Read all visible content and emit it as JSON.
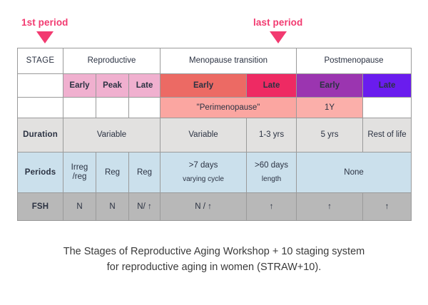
{
  "annotations": [
    {
      "id": "first-period",
      "label": "1st period"
    },
    {
      "id": "last-period",
      "label": "last period"
    }
  ],
  "colors": {
    "annotation": "#F23A70",
    "repro_sub": "#F0B0CF",
    "mt_early": "#EC6A64",
    "mt_late": "#EE2A63",
    "post_early": "#9B35B0",
    "post_late": "#6A1CEE",
    "perimenopause": "#FBA6A1",
    "duration_row": "#E2E1E0",
    "periods_row": "#CBE0EC",
    "fsh_row": "#B8B8B8",
    "border": "#9A9A9A",
    "text": "#2B3242",
    "caption": "#3A3A3A"
  },
  "table": {
    "stage_row": {
      "row_label": "STAGE",
      "stages": [
        {
          "label": "Reproductive",
          "span": 3
        },
        {
          "label": "Menopause transition",
          "span": 2
        },
        {
          "label": "Postmenopause",
          "span": 2
        }
      ]
    },
    "substage_row": {
      "row_label": "",
      "cells": [
        {
          "label": "Early",
          "color_key": "repro_sub"
        },
        {
          "label": "Peak",
          "color_key": "repro_sub"
        },
        {
          "label": "Late",
          "color_key": "repro_sub"
        },
        {
          "label": "Early",
          "color_key": "mt_early"
        },
        {
          "label": "Late",
          "color_key": "mt_late"
        },
        {
          "label": "Early",
          "color_key": "post_early"
        },
        {
          "label": "Late",
          "color_key": "post_late"
        }
      ]
    },
    "perimenopause_row": {
      "row_label": "",
      "band_label": "\"Perimenopause\"",
      "marker_label": "1Y"
    },
    "duration_row": {
      "row_label": "Duration",
      "cells": [
        "Variable",
        "Variable",
        "1-3 yrs",
        "5 yrs",
        "Rest of life"
      ]
    },
    "periods_row": {
      "row_label": "Periods",
      "cells": [
        "Irreg /reg",
        "Reg",
        "Reg",
        ">7 days",
        ">60 days",
        "None"
      ],
      "note_left": "varying cycle",
      "note_right": "length"
    },
    "fsh_row": {
      "row_label": "FSH",
      "cells": [
        "N",
        "N",
        "N/ ↑",
        "N / ↑",
        "↑",
        "↑",
        "↑"
      ]
    }
  },
  "caption": {
    "line1": "The Stages of Reproductive Aging Workshop + 10 staging system",
    "line2": "for reproductive aging in women (STRAW+10)."
  }
}
